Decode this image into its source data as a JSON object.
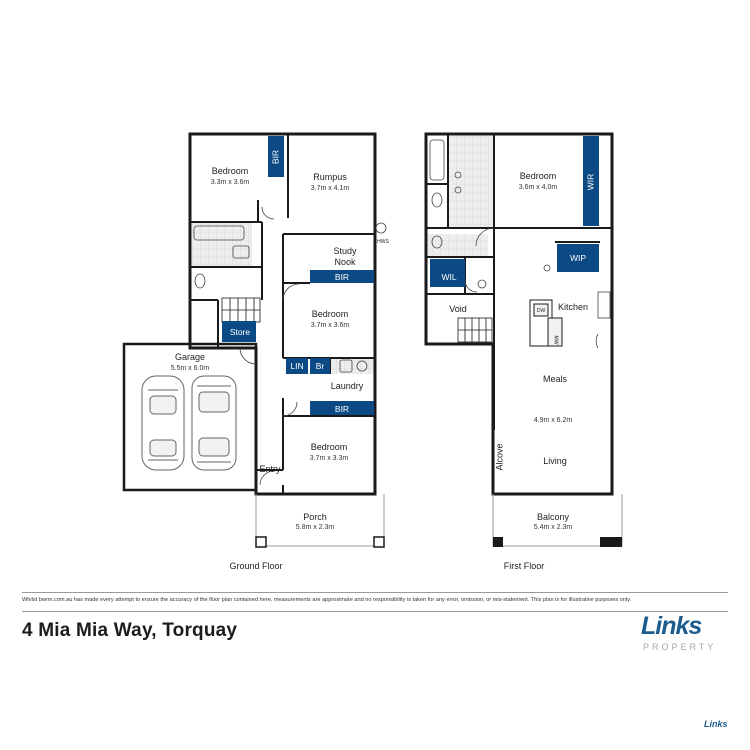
{
  "ground_floor": {
    "label": "Ground Floor",
    "rooms": {
      "bedroom1": {
        "name": "Bedroom",
        "dims": "3.3m x 3.6m"
      },
      "rumpus": {
        "name": "Rumpus",
        "dims": "3.7m x 4.1m"
      },
      "study_nook_line1": "Study",
      "study_nook_line2": "Nook",
      "bedroom2": {
        "name": "Bedroom",
        "dims": "3.7m x 3.6m"
      },
      "garage": {
        "name": "Garage",
        "dims": "5.5m x 6.0m"
      },
      "laundry": "Laundry",
      "bedroom3": {
        "name": "Bedroom",
        "dims": "3.7m x 3.3m"
      },
      "entry": "Entry",
      "porch": {
        "name": "Porch",
        "dims": "5.8m x 2.3m"
      }
    },
    "tags": {
      "bir_vertical": "BIR",
      "bir_study": "BIR",
      "store": "Store",
      "lin": "LIN",
      "br": "Br",
      "bir_lower": "BIR",
      "hws": "HWS"
    }
  },
  "first_floor": {
    "label": "First Floor",
    "rooms": {
      "bedroom": {
        "name": "Bedroom",
        "dims": "3.6m x 4.0m"
      },
      "void": "Void",
      "kitchen": "Kitchen",
      "meals": "Meals",
      "meals_living_dims": "4.9m x 6.2m",
      "living": "Living",
      "alcove": "Alcove",
      "balcony": {
        "name": "Balcony",
        "dims": "5.4m x 2.3m"
      }
    },
    "tags": {
      "wir": "WIR",
      "wip": "WIP",
      "wil": "WIL",
      "dw": "DW",
      "mw": "MW"
    }
  },
  "colors": {
    "wall": "#1a1a1a",
    "blue": "#0b4a85",
    "tile": "#e3e3e3"
  },
  "disclaimer": "Whilst bwrm.com.au has made every attempt to ensure the accuracy of the floor plan contained here, measurements are approximate and no responsibility is taken for any error, omission, or mis-statement. This plan is for illustrative purposes only.",
  "address": "4 Mia Mia Way, Torquay",
  "logo": {
    "word": "Links",
    "sub": "PROPERTY",
    "mini": "Links"
  }
}
